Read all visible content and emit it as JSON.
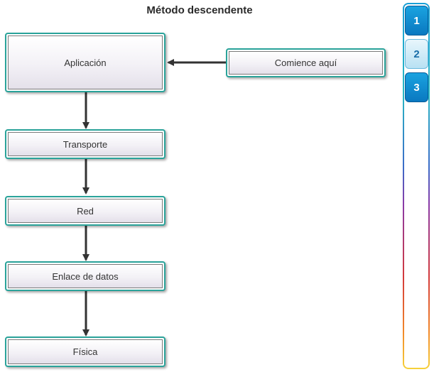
{
  "title": "Método descendente",
  "layers": [
    {
      "label": "Aplicación"
    },
    {
      "label": "Transporte"
    },
    {
      "label": "Red"
    },
    {
      "label": "Enlace de datos"
    },
    {
      "label": "Física"
    }
  ],
  "start_label": "Comience aquí",
  "steps": [
    "1",
    "2",
    "3"
  ],
  "current_step": "2",
  "colors": {
    "box_border": "#2aa39a",
    "arrow": "#333333",
    "step_active": "#0a78c0",
    "step_current": "#b8e1f3"
  }
}
